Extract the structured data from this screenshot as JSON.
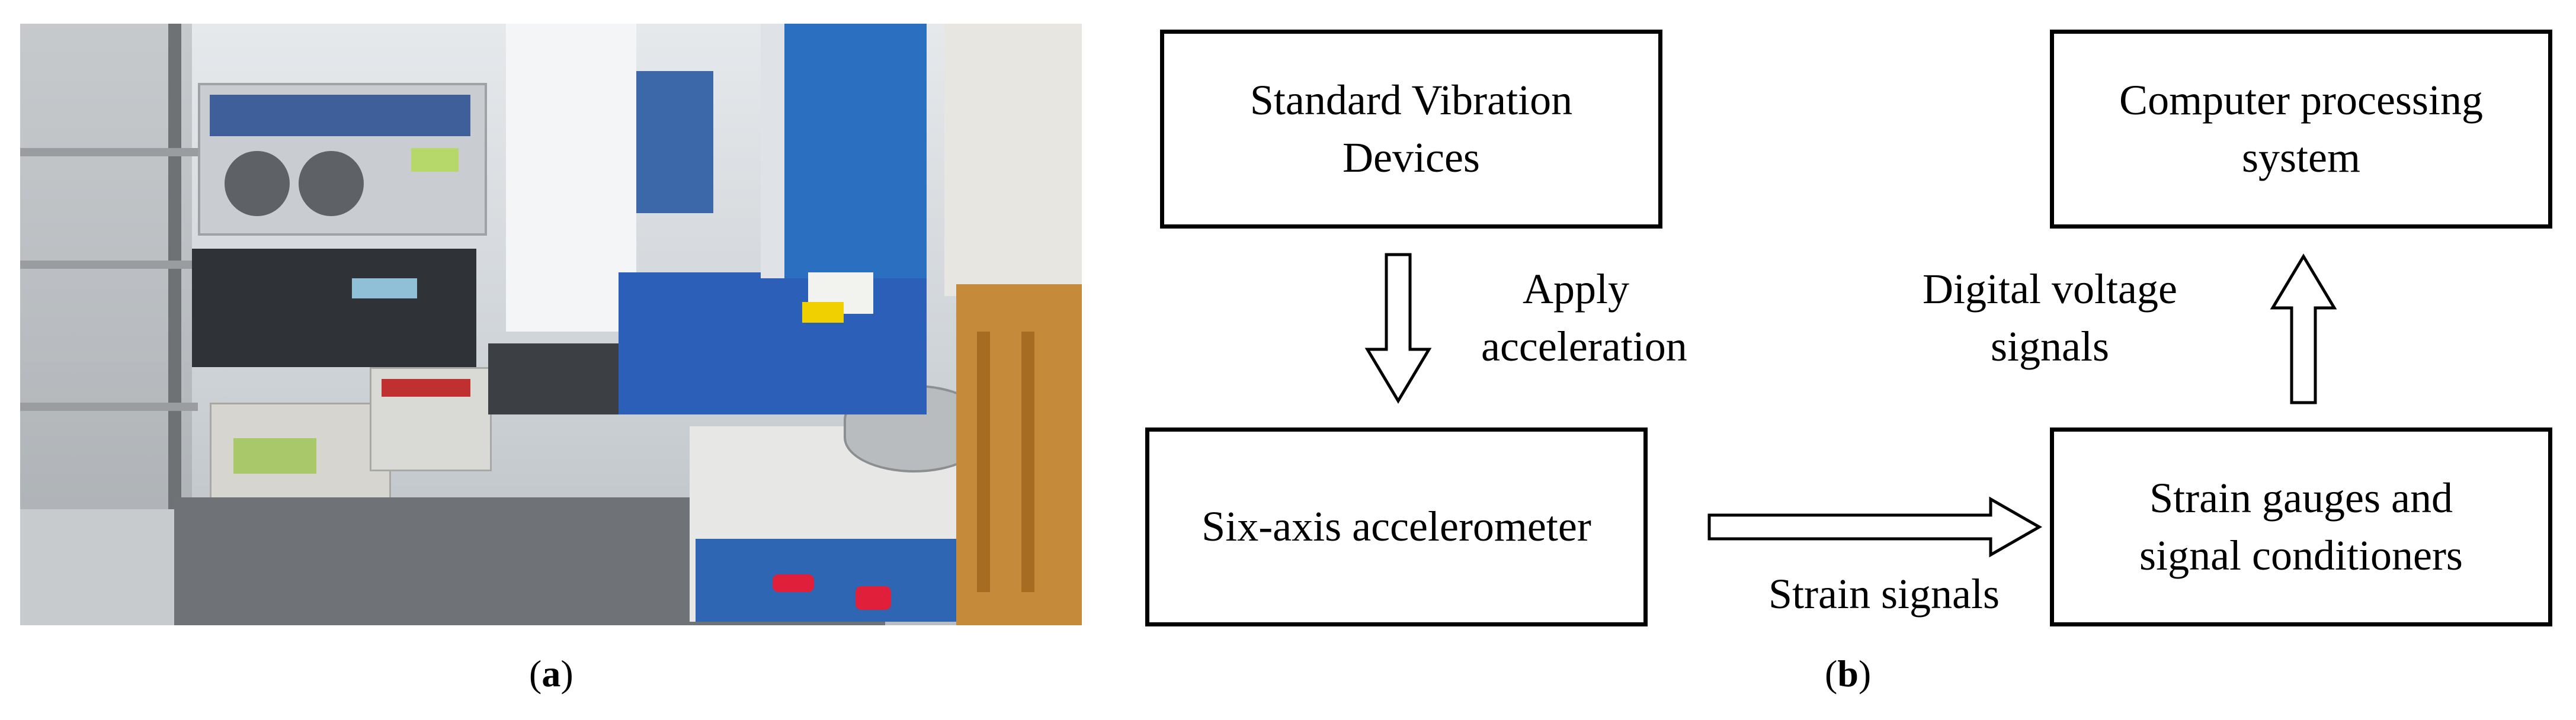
{
  "panel_a": {
    "caption_open": "(",
    "caption_letter": "a",
    "caption_close": ")"
  },
  "panel_b": {
    "caption_open": "(",
    "caption_letter": "b",
    "caption_close": ")",
    "nodes": {
      "standard_vibration": {
        "line1": "Standard Vibration",
        "line2": "Devices"
      },
      "accelerometer": {
        "line1": "Six-axis accelerometer"
      },
      "strain_gauges": {
        "line1": "Strain gauges and",
        "line2": "signal conditioners"
      },
      "computer": {
        "line1": "Computer processing",
        "line2": "system"
      }
    },
    "edges": {
      "apply_acceleration": {
        "line1": "Apply",
        "line2": "acceleration"
      },
      "strain_signals": {
        "line1": "Strain signals"
      },
      "digital_voltage": {
        "line1": "Digital voltage",
        "line2": "signals"
      }
    }
  }
}
